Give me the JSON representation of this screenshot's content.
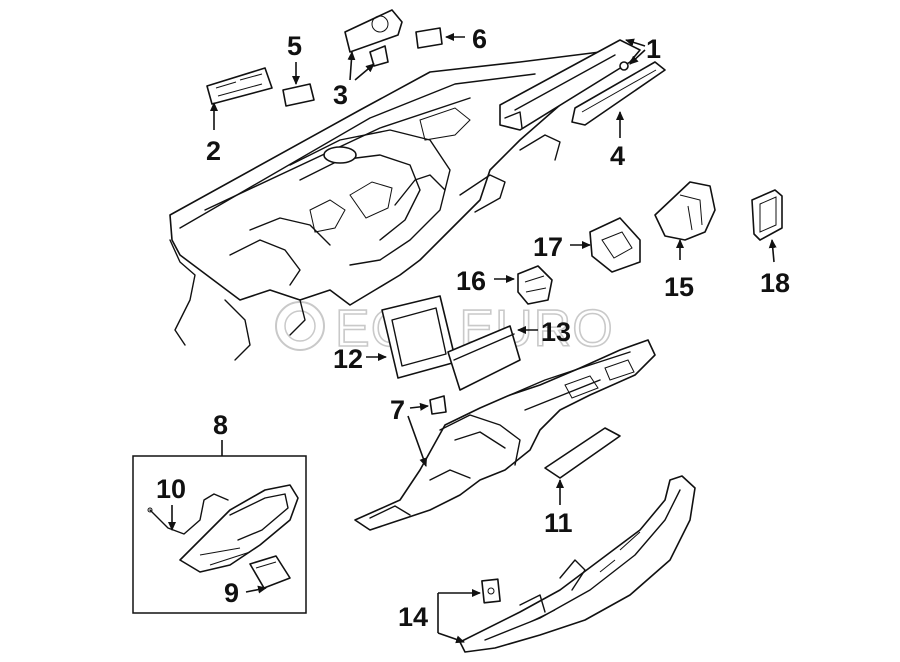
{
  "watermark": {
    "text": "ECP EURO"
  },
  "callouts": {
    "c1": "1",
    "c2": "2",
    "c3": "3",
    "c4": "4",
    "c5": "5",
    "c6": "6",
    "c7": "7",
    "c8": "8",
    "c9": "9",
    "c10": "10",
    "c11": "11",
    "c12": "12",
    "c13": "13",
    "c14": "14",
    "c15": "15",
    "c16": "16",
    "c17": "17",
    "c18": "18"
  }
}
